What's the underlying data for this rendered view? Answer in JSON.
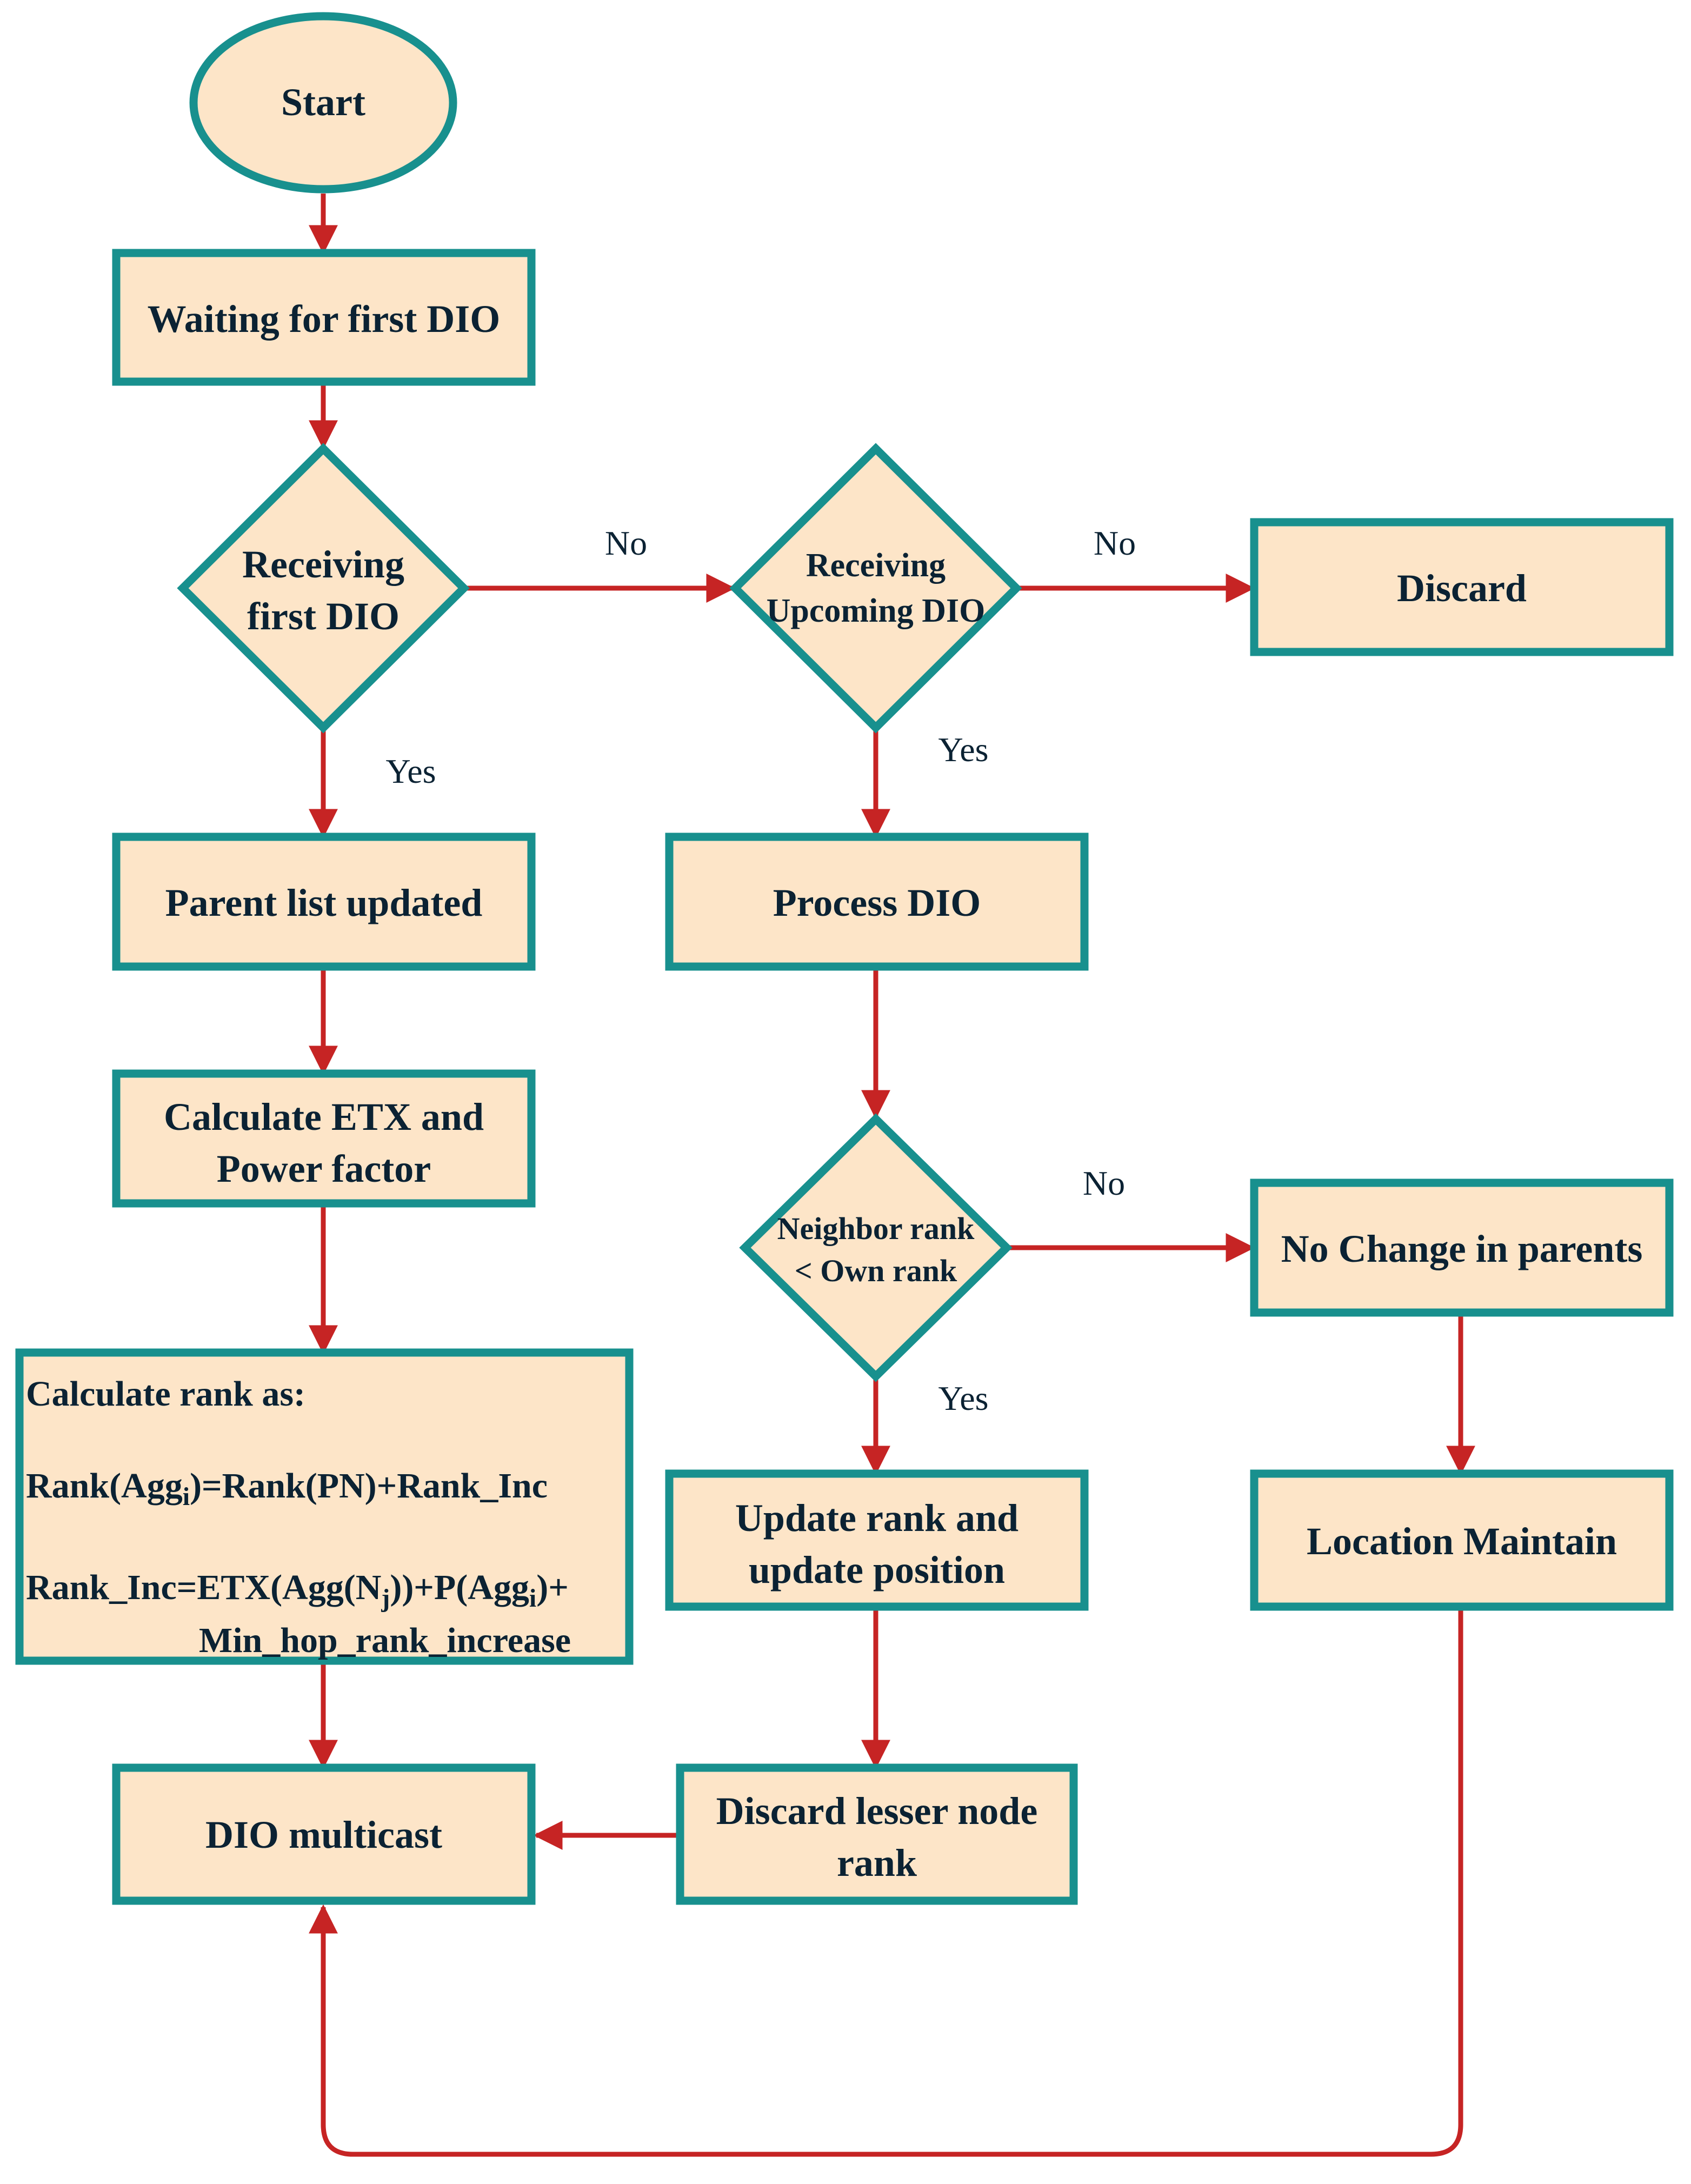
{
  "nodes": {
    "start": "Start",
    "wait_first": "Waiting for first DIO",
    "recv_first": [
      "Receiving",
      "first DIO"
    ],
    "recv_upcoming": [
      "Receiving",
      "Upcoming DIO"
    ],
    "discard": "Discard",
    "parent_list": "Parent list updated",
    "process_dio": "Process DIO",
    "calc_etx": [
      "Calculate ETX and",
      "Power factor"
    ],
    "neighbor_rank": [
      "Neighbor rank",
      "< Own rank"
    ],
    "no_change": "No Change in parents",
    "calc_rank": {
      "line1": "Calculate rank as:",
      "eq1_a": "Rank(Agg",
      "eq1_sub": "i",
      "eq1_b": ")=Rank(PN)+Rank_Inc",
      "eq2_a": "Rank_Inc=ETX(Agg(N",
      "eq2_sub1": "j",
      "eq2_b": "))+P(Agg",
      "eq2_sub2": "i",
      "eq2_c": ")+",
      "eq3": "Min_hop_rank_increase"
    },
    "update_rank": [
      "Update rank and",
      "update position"
    ],
    "location": "Location Maintain",
    "dio_multicast": "DIO multicast",
    "discard_lesser": [
      "Discard lesser node",
      "rank"
    ]
  },
  "edge_labels": {
    "no_1": "No",
    "no_2": "No",
    "yes_1": "Yes",
    "yes_2": "Yes",
    "no_3": "No",
    "yes_3": "Yes"
  },
  "colors": {
    "fill": "#fde5c8",
    "stroke": "#18908e",
    "arrow": "#c62424",
    "text": "#0b2233"
  }
}
